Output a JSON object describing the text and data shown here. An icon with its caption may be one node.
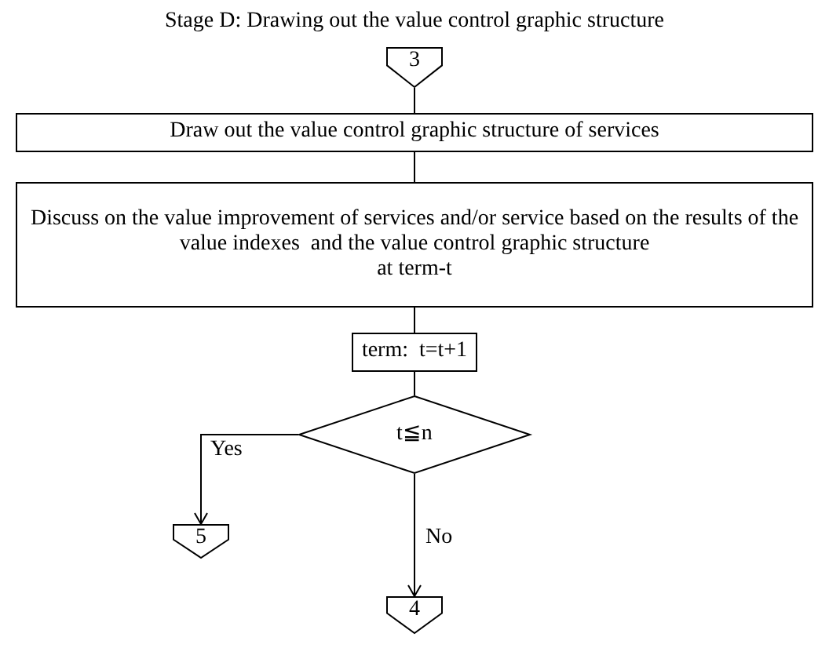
{
  "diagram": {
    "title": "Stage D: Drawing out the value control graphic structure",
    "nodes": [
      {
        "text": [
          "3"
        ]
      },
      {
        "text": [
          "Draw out the value control graphic structure of services"
        ]
      },
      {
        "text": [
          "Discuss on the value improvement of services and/or service based on the results of the value indexes  and the value control graphic structure",
          "at term-t"
        ]
      },
      {
        "text": [
          "term:  t=t+1"
        ]
      },
      {
        "text": [
          "t≦n"
        ]
      },
      {
        "text": [
          "5"
        ]
      },
      {
        "text": [
          "4"
        ]
      }
    ],
    "edges": [
      {
        "from": 0,
        "to": 1,
        "arrow": "none"
      },
      {
        "from": 1,
        "to": 2,
        "arrow": "none"
      },
      {
        "from": 2,
        "to": 3,
        "arrow": "none"
      },
      {
        "from": 3,
        "to": 4,
        "arrow": "none"
      },
      {
        "from": 4,
        "to": 5,
        "arrow": "to",
        "label": "Yes"
      },
      {
        "from": 4,
        "to": 6,
        "arrow": "to",
        "label": "No"
      }
    ]
  }
}
